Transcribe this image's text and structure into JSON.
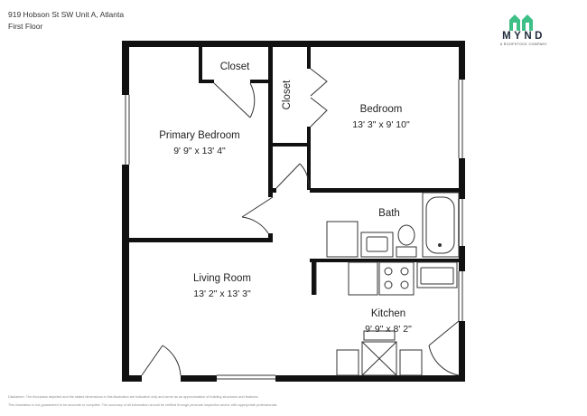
{
  "header": {
    "address": "919 Hobson St SW Unit A, Atlanta",
    "floor": "First Floor"
  },
  "brand": {
    "name": "MYND",
    "tagline": "A ROOFSTOCK COMPANY",
    "color": "#3dbf86"
  },
  "rooms": {
    "closet_left": {
      "name": "Closet"
    },
    "closet_right": {
      "name": "Closet"
    },
    "primary_bedroom": {
      "name": "Primary Bedroom",
      "dims": "9' 9\" x 13' 4\""
    },
    "bedroom": {
      "name": "Bedroom",
      "dims": "13' 3\" x 9' 10\""
    },
    "bath": {
      "name": "Bath"
    },
    "living_room": {
      "name": "Living Room",
      "dims": "13' 2\" x 13' 3\""
    },
    "kitchen": {
      "name": "Kitchen",
      "dims": "9' 9\" x 8' 2\""
    }
  },
  "disclaimer": {
    "line1": "Disclaimer: The floorplans depicted and the stated dimensions in this illustration are indicative only and serve as an approximation of building structures and features.",
    "line2": "This illustration is not guaranteed to be accurate or complete. The accuracy of all information should be verified through personal inspection and/or with appropriate professionals."
  },
  "colors": {
    "wall": "#111111",
    "window": "#9a9a9a"
  }
}
